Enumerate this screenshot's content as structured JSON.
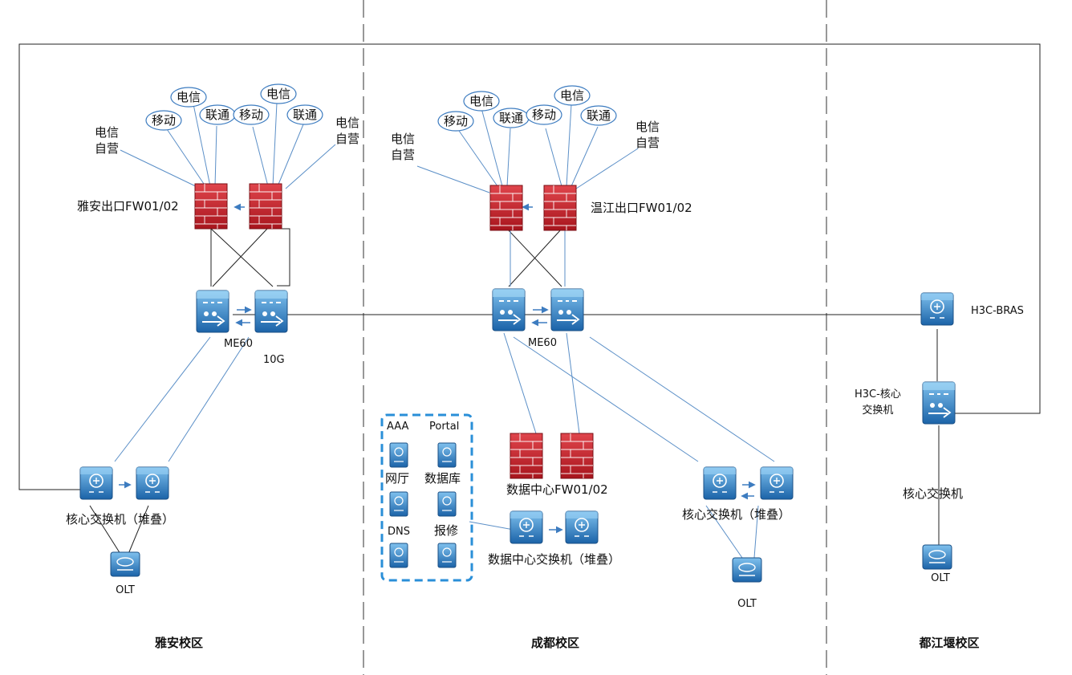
{
  "regions": {
    "yaan": "雅安校区",
    "chengdu": "成都校区",
    "dujiangyan": "都江堰校区"
  },
  "yaan": {
    "fw_label": "雅安出口FW01/02",
    "isp_left": "电信\n自营",
    "isp_right": "电信\n自营",
    "clouds": [
      "移动",
      "电信",
      "联通",
      "移动",
      "电信",
      "联通"
    ],
    "me60": "ME60",
    "link_10g": "10G",
    "core": "核心交换机（堆叠）",
    "olt": "OLT"
  },
  "chengdu": {
    "fw_label": "温江出口FW01/02",
    "isp_left": "电信\n自营",
    "isp_right": "电信\n自营",
    "clouds": [
      "移动",
      "电信",
      "联通",
      "移动",
      "电信",
      "联通"
    ],
    "me60": "ME60",
    "dc_fw": "数据中心FW01/02",
    "dc_switch": "数据中心交换机（堆叠）",
    "core": "核心交换机（堆叠）",
    "olt": "OLT",
    "servers": [
      "AAA",
      "Portal",
      "网厅",
      "数据库",
      "DNS",
      "报修"
    ]
  },
  "dujiangyan": {
    "bras": "H3C-BRAS",
    "core_h3c": "H3C-核心\n交换机",
    "core": "核心交换机",
    "olt": "OLT"
  },
  "colors": {
    "firewall": "#c8232c",
    "device": "#1f6fb5",
    "link_blue": "#5b8fc7",
    "link_black": "#222222",
    "divider": "#777777"
  }
}
